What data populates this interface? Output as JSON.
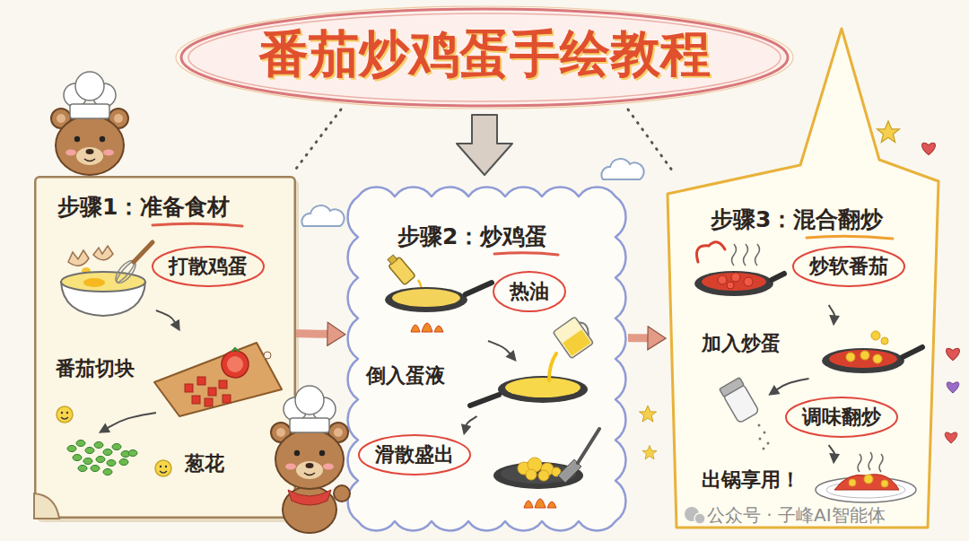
{
  "diagram": {
    "title": "番茄炒鸡蛋手绘教程",
    "nodes": [
      {
        "text": [
          "步骤1：准备食材"
        ]
      },
      {
        "text": [
          "打散鸡蛋"
        ],
        "in": 0
      },
      {
        "text": [
          "番茄切块"
        ],
        "in": 0
      },
      {
        "text": [
          "葱花"
        ],
        "in": 0
      },
      {
        "text": [
          "步骤2：炒鸡蛋"
        ]
      },
      {
        "text": [
          "热油"
        ],
        "in": 4
      },
      {
        "text": [
          "倒入蛋液"
        ],
        "in": 4
      },
      {
        "text": [
          "滑散盛出"
        ],
        "in": 4
      },
      {
        "text": [
          "步骤3：混合翻炒"
        ]
      },
      {
        "text": [
          "炒软番茄"
        ],
        "in": 8
      },
      {
        "text": [
          "加入炒蛋"
        ],
        "in": 8
      },
      {
        "text": [
          "调味翻炒"
        ],
        "in": 8
      },
      {
        "text": [
          "出锅享用！"
        ],
        "in": 8
      }
    ],
    "edges": [
      {
        "from": 0,
        "to": 4,
        "arrow": "to"
      },
      {
        "from": 4,
        "to": 8,
        "arrow": "to"
      },
      {
        "from": 1,
        "to": 2,
        "arrow": "to"
      },
      {
        "from": 2,
        "to": 3,
        "arrow": "to"
      },
      {
        "from": 5,
        "to": 6,
        "arrow": "to"
      },
      {
        "from": 6,
        "to": 7,
        "arrow": "to"
      },
      {
        "from": 9,
        "to": 10,
        "arrow": "to"
      },
      {
        "from": 10,
        "to": 11,
        "arrow": "to"
      },
      {
        "from": 11,
        "to": 12,
        "arrow": "to"
      }
    ],
    "labels": [
      "公众号 · 子峰AI智能体"
    ]
  }
}
